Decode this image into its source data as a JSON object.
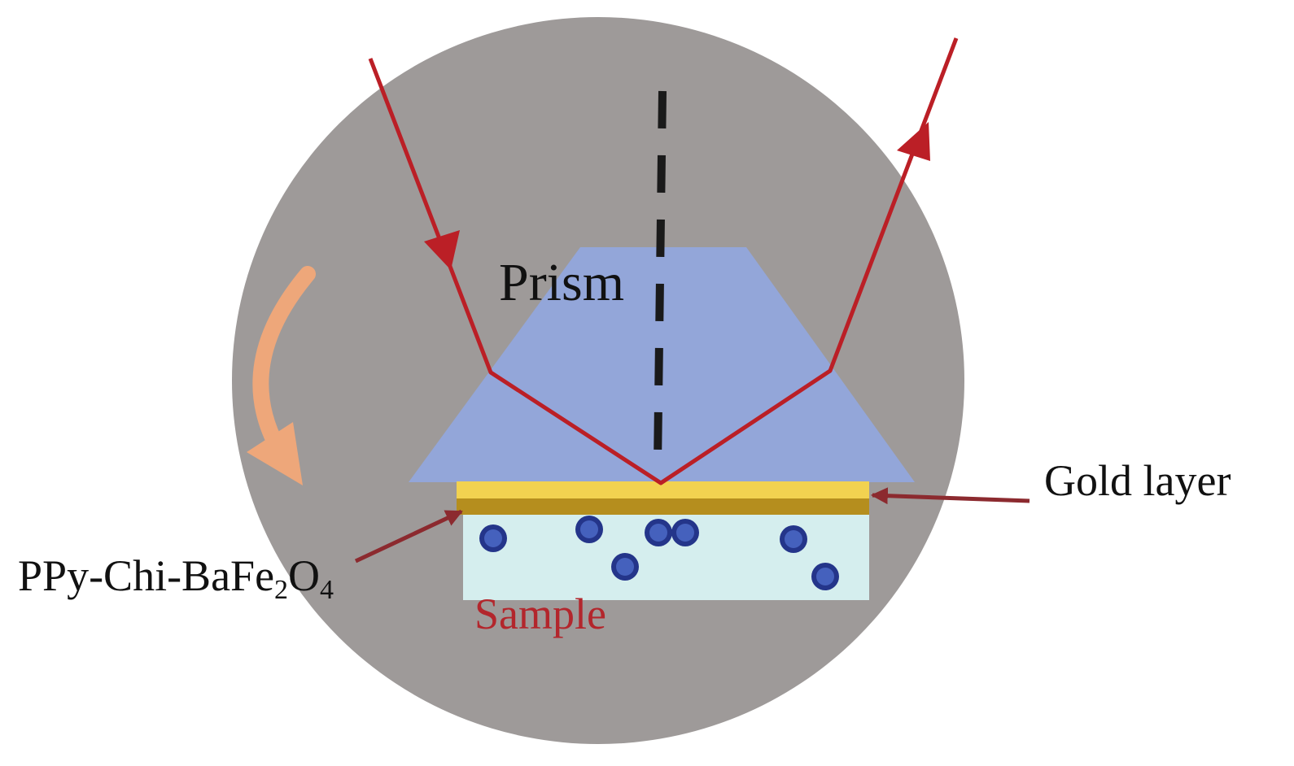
{
  "labels": {
    "prism": "Prism",
    "gold_layer": "Gold layer",
    "film_base": "PPy-Chi-BaFe",
    "film_sub1": "2",
    "film_mid": "O",
    "film_sub2": "4",
    "sample": "Sample"
  },
  "colors": {
    "background_circle": "#9e9a99",
    "prism": "#93a6d9",
    "gold_top": "#f2d250",
    "gold_bottom": "#b58e1e",
    "sample_fluid": "#d5eeee",
    "laser": "#bb1f26",
    "pointer": "#8c2a2f",
    "rotation_arrow": "#eea77a",
    "particle_outer": "#24358a",
    "particle_inner": "#4561bd",
    "sample_label": "#b3262c"
  },
  "icons": {
    "rotation": "curved-rotation-arrow",
    "particle": "particle-dot"
  }
}
